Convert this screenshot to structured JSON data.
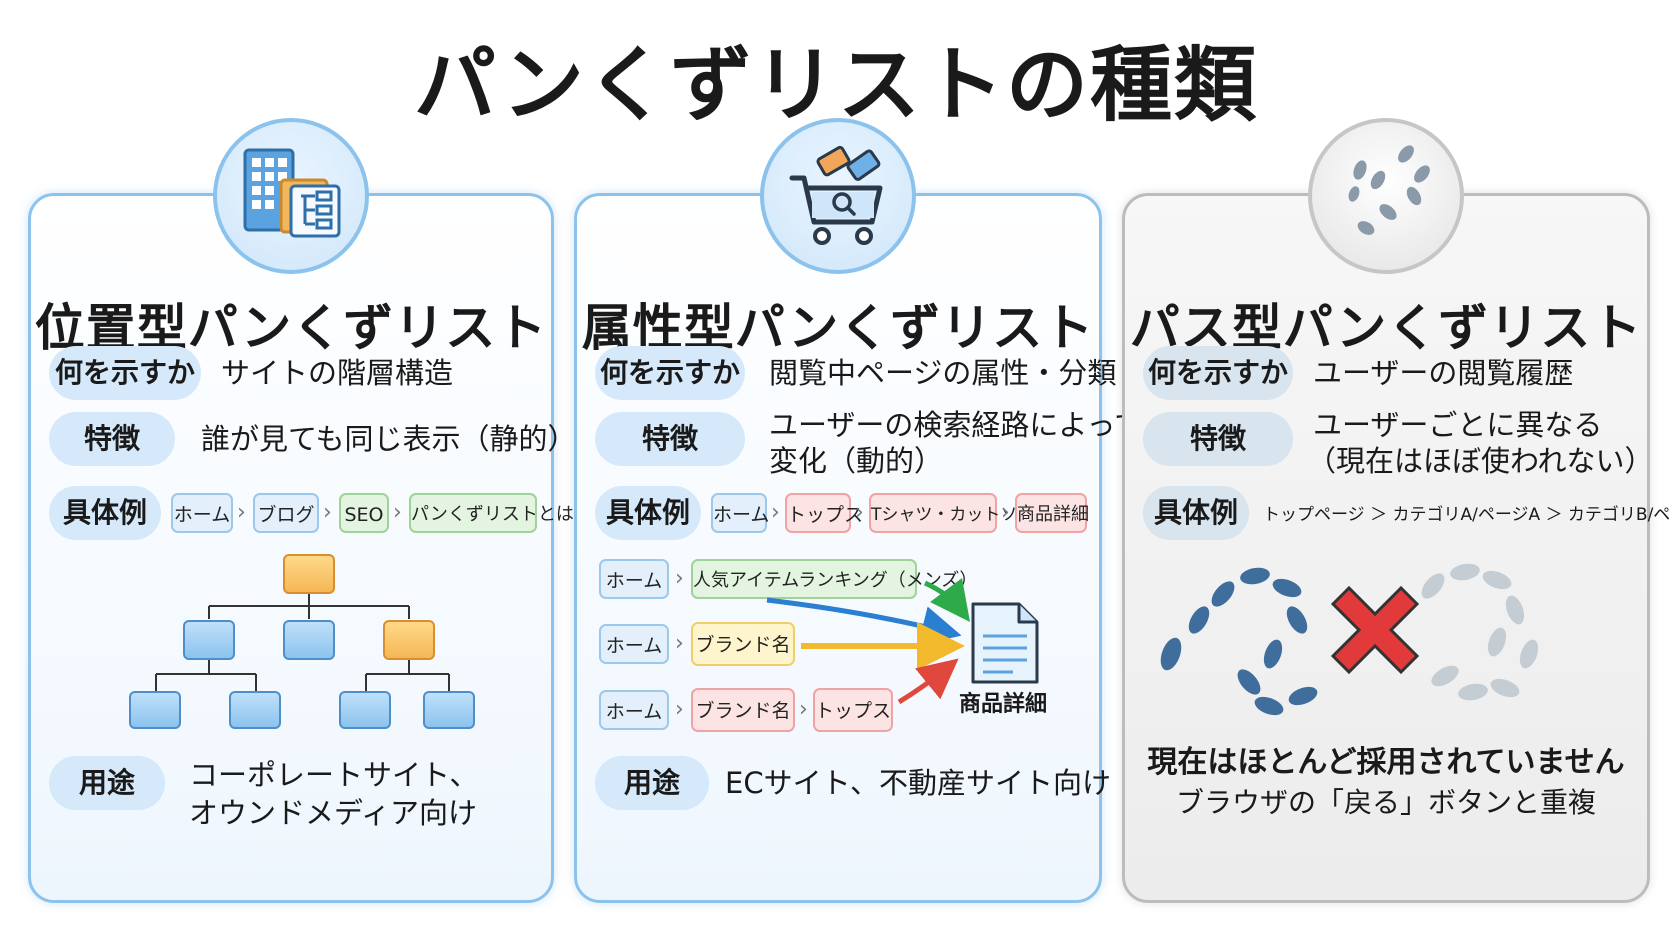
{
  "title": "パンくずリストの種類",
  "cards": [
    {
      "title": "位置型パンくずリスト",
      "icon": "building-sitemap-icon",
      "what_label": "何を示すか",
      "what_text": "サイトの階層構造",
      "feature_label": "特徴",
      "feature_text": "誰が見ても同じ表示（静的）",
      "example_label": "具体例",
      "example_crumbs": [
        "ホーム",
        "ブログ",
        "SEO",
        "パンくずリストとは"
      ],
      "use_label": "用途",
      "use_text_1": "コーポレートサイト、",
      "use_text_2": "オウンドメディア向け"
    },
    {
      "title": "属性型パンくずリスト",
      "icon": "shopping-cart-icon",
      "what_label": "何を示すか",
      "what_text": "閲覧中ページの属性・分類",
      "feature_label": "特徴",
      "feature_text_1": "ユーザーの検索経路によって",
      "feature_text_2": "変化（動的）",
      "example_label": "具体例",
      "example_crumbs": [
        "ホーム",
        "トップス",
        "Tシャツ・カットソー",
        "商品詳細"
      ],
      "paths": [
        [
          "ホーム",
          "人気アイテムランキング（メンズ）"
        ],
        [
          "ホーム",
          "ブランド名"
        ],
        [
          "ホーム",
          "ブランド名",
          "トップス"
        ]
      ],
      "doc_label": "商品詳細",
      "use_label": "用途",
      "use_text": "ECサイト、不動産サイト向け"
    },
    {
      "title": "パス型パンくずリスト",
      "icon": "footprints-icon",
      "what_label": "何を示すか",
      "what_text": "ユーザーの閲覧履歴",
      "feature_label": "特徴",
      "feature_text_1": "ユーザーごとに異なる",
      "feature_text_2": "（現在はほぼ使われない）",
      "example_label": "具体例",
      "example_text": "トップページ ＞ カテゴリA/ページA ＞ カテゴリB/ページB",
      "note_1": "現在はほとんど採用されていません",
      "note_2": "ブラウザの「戻る」ボタンと重複"
    }
  ],
  "colors": {
    "blue_border": "#8cc3ec",
    "gray_border": "#bcbcbc",
    "orange": "#f5b755",
    "green_arrow": "#2eaa4a",
    "blue_arrow": "#2a7fd0",
    "yellow_arrow": "#f3b92c",
    "red_arrow": "#e0483d",
    "cross": "#e23a3a"
  }
}
